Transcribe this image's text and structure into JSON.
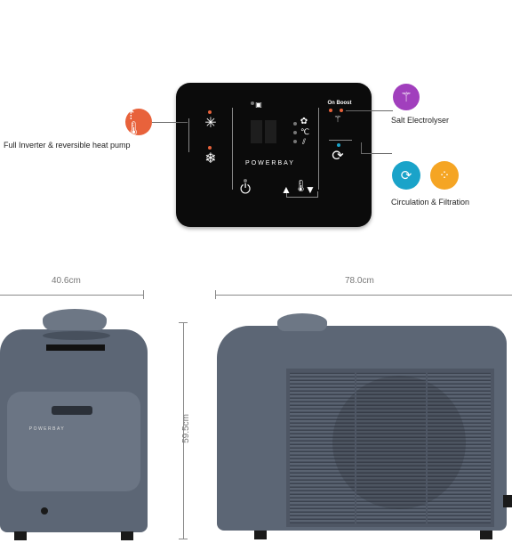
{
  "panel": {
    "brand": "POWERBAY",
    "on_boost_label": "On Boost",
    "celsius_label": "℃",
    "icons": [
      "sun-icon",
      "snowflake-icon",
      "lock-icon",
      "fan-icon",
      "celsius-icon",
      "wifi-icon",
      "salt-icon",
      "circulation-icon",
      "power-icon",
      "up-arrow-icon",
      "down-arrow-icon",
      "thermometer-icon"
    ]
  },
  "callouts": {
    "heat_pump": "Full Inverter & reversible heat pump",
    "salt": "Salt Electrolyser",
    "circulation": "Circulation & Filtration"
  },
  "dimensions": {
    "width": "40.6cm",
    "length": "78.0cm",
    "height": "59.5cm"
  },
  "unit": {
    "brand": "POWERBAY"
  },
  "colors": {
    "heat_pump_icon": "#e8623b",
    "salt_icon": "#a13fbd",
    "circulation_icon": "#1aa3c9",
    "filtration_icon": "#f5a524",
    "unit_body": "#5c6675",
    "panel_bg": "#0b0b0b"
  }
}
